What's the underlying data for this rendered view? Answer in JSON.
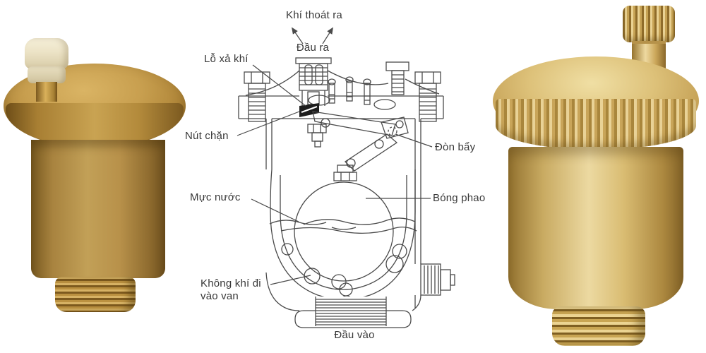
{
  "title": "Float type automatic air vent valve — product photos and cross-section diagram",
  "diagram": {
    "labels": {
      "air_escapes": "Khí thoát ra",
      "outlet": "Đầu ra",
      "vent_hole": "Lỗ xả khí",
      "stop_plug": "Nút chặn",
      "lever": "Đòn bẩy",
      "water_level": "Mực nước",
      "float_ball": "Bóng phao",
      "air_enters_valve": "Không khí đi vào van",
      "inlet": "Đầu vào"
    },
    "style": {
      "line_color": "#4a4a4a",
      "label_text_color": "#383838"
    }
  },
  "photos": {
    "left_valve": {
      "description": "brass automatic air vent valve with cream plastic vent cap",
      "colors": {
        "brass_dark": "#8a6423",
        "brass_mid": "#c29f57",
        "cream_cap": "#ece3c6"
      }
    },
    "right_valve": {
      "description": "brass automatic air vent valve with knurled cap and brass nipple",
      "colors": {
        "brass_light": "#ecd9a1",
        "brass_mid": "#d9bc72",
        "brass_dark": "#8a672a"
      }
    }
  },
  "background_color": "#ffffff"
}
